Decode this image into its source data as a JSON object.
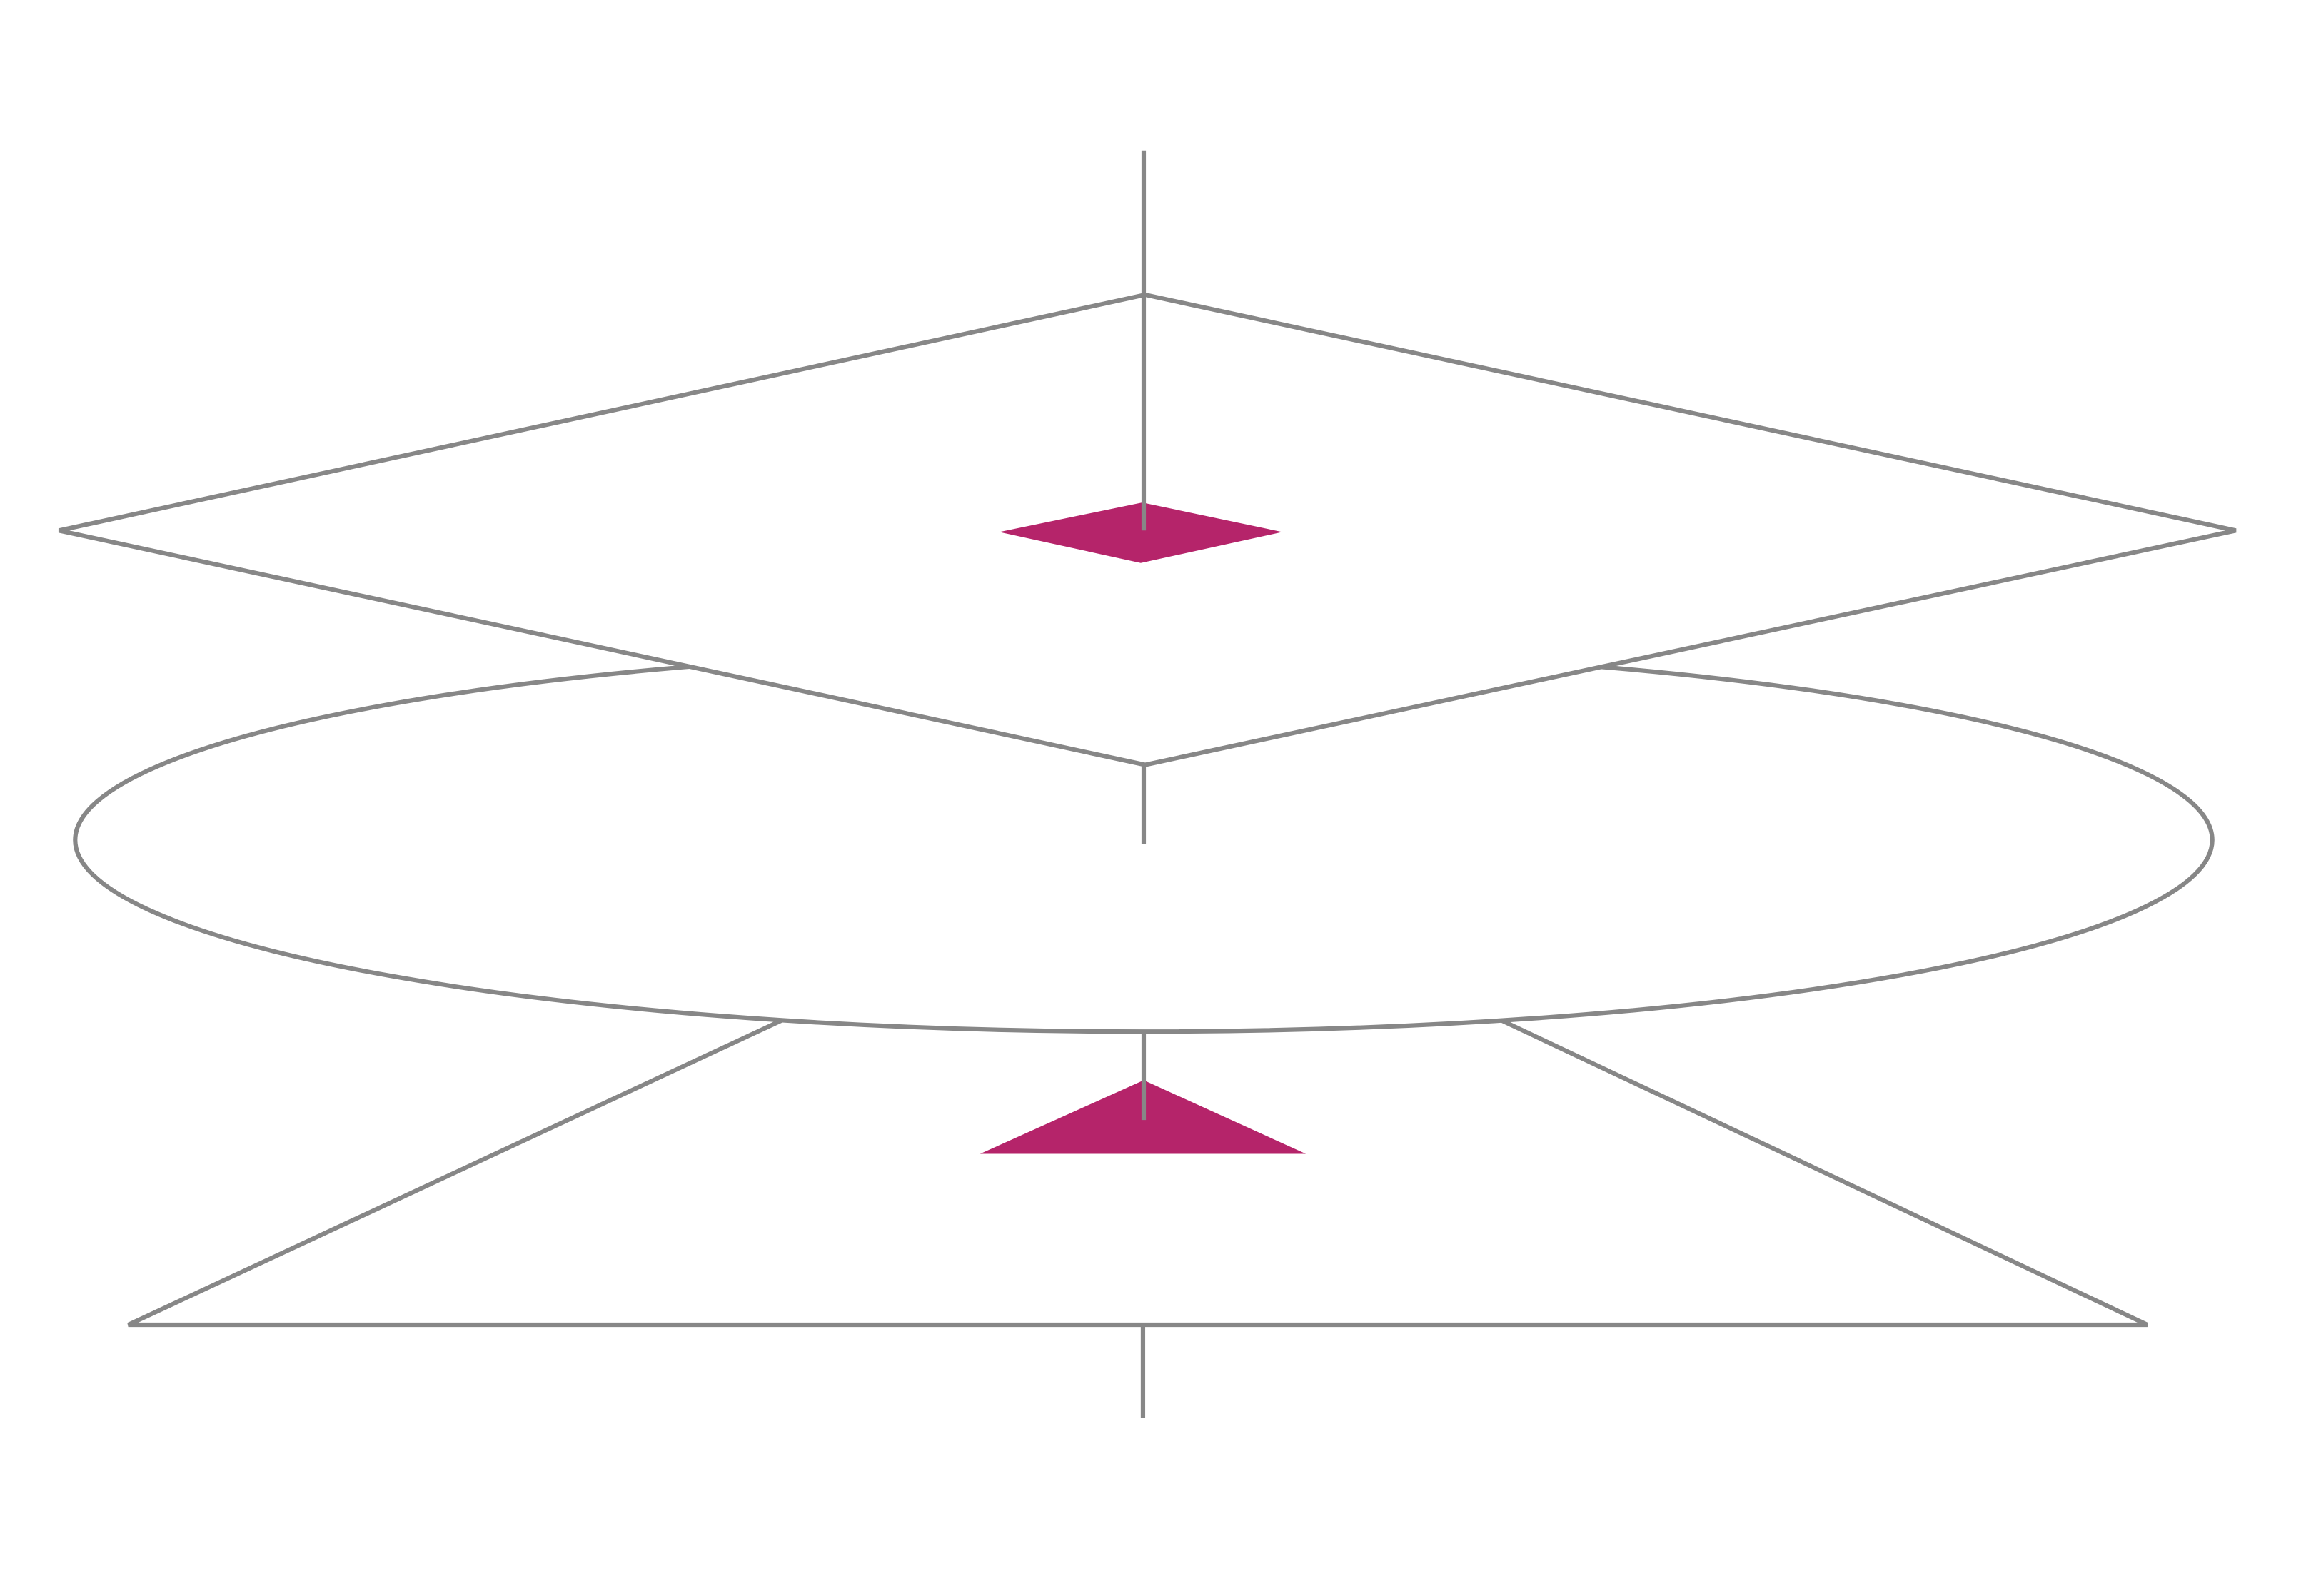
{
  "diagram": {
    "colors": {
      "stroke": "#878787",
      "accent": "#b5246a",
      "background": "#ffffff"
    },
    "shapes": [
      "rhombus",
      "ellipse",
      "triangle"
    ],
    "markers": [
      "small-rhombus",
      "small-triangle"
    ]
  }
}
